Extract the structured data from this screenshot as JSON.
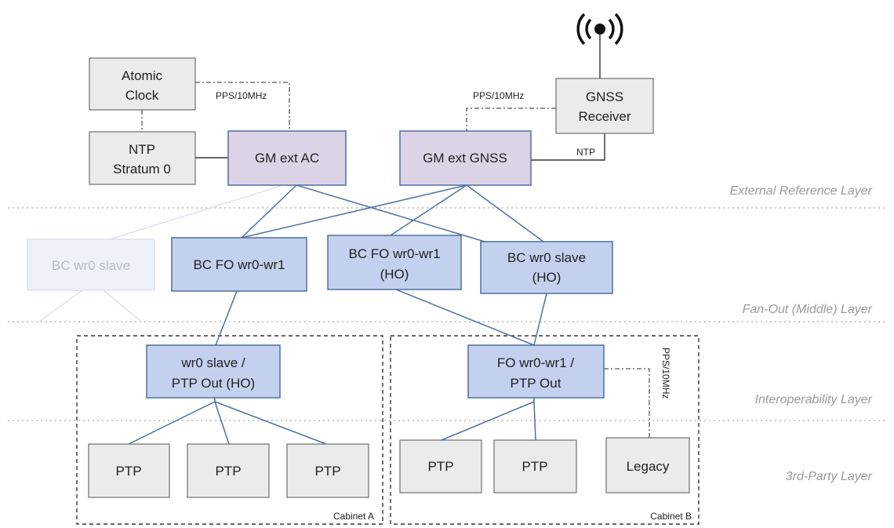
{
  "nodes": {
    "atomic_clock": [
      "Atomic",
      "Clock"
    ],
    "ntp_stratum0": [
      "NTP",
      "Stratum 0"
    ],
    "gm_ext_ac": [
      "GM ext AC"
    ],
    "gm_ext_gnss": [
      "GM ext GNSS"
    ],
    "gnss_receiver": [
      "GNSS",
      "Receiver"
    ],
    "bc_wr0_slave_faded": [
      "BC wr0 slave"
    ],
    "bc_fo_wr0_wr1": [
      "BC FO wr0-wr1"
    ],
    "bc_fo_wr0_wr1_ho": [
      "BC FO wr0-wr1",
      "(HO)"
    ],
    "bc_wr0_slave_ho": [
      "BC wr0 slave",
      "(HO)"
    ],
    "wr0_slave_ptp_out": [
      "wr0 slave /",
      "PTP Out (HO)"
    ],
    "fo_wr0_wr1_ptp_out": [
      "FO wr0-wr1 /",
      "PTP Out"
    ],
    "ptp_a1": [
      "PTP"
    ],
    "ptp_a2": [
      "PTP"
    ],
    "ptp_a3": [
      "PTP"
    ],
    "ptp_b1": [
      "PTP"
    ],
    "ptp_b2": [
      "PTP"
    ],
    "legacy": [
      "Legacy"
    ]
  },
  "edge_labels": {
    "pps_ac": "PPS/10MHz",
    "pps_gnss": "PPS/10MHz",
    "ntp_gnss": "NTP",
    "pps_legacy": "PPS/10MHz"
  },
  "layers": [
    "External Reference Layer",
    "Fan-Out (Middle) Layer",
    "Interoperability Layer",
    "3rd-Party Layer"
  ],
  "cabinets": {
    "a": "Cabinet A",
    "b": "Cabinet B"
  },
  "icons": {
    "antenna": "antenna-icon"
  },
  "colors": {
    "reference_node": "#ddd3e6",
    "fanout_node": "#c3d1ee",
    "thirdparty_node": "#ebebeb",
    "link": "#4f6fa1"
  }
}
